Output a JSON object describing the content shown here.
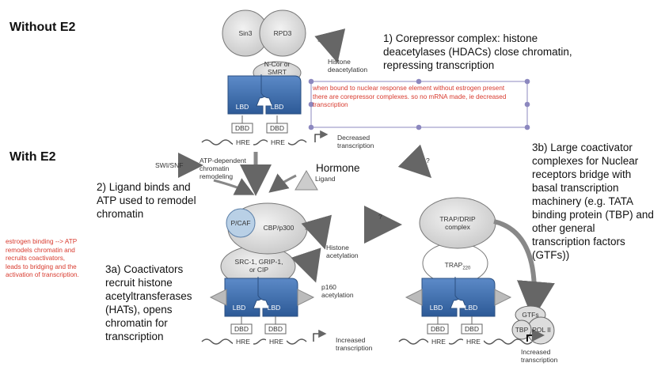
{
  "headings": {
    "without": "Without E2",
    "with": "With E2"
  },
  "captions": {
    "c1": "1) Corepressor complex: histone\ndeacetylases (HDACs) close chromatin,\nrepressing transcription",
    "c2": "2) Ligand binds and\nATP used to remodel\nchromatin",
    "c3a": "3a) Coactivators\nrecruit histone\nacetyltransferases\n(HATs), opens\nchromatin for\ntranscription",
    "c3b": "3b) Large coactivator\ncomplexes for Nuclear\nreceptors bridge with\nbasal transcription\nmachinery (e.g. TATA\nbinding protein (TBP) and\nother general\ntranscription factors\n(GTFs))"
  },
  "notes": {
    "n1": "when bound to nuclear response element without estrogen present\nthere are corepressor complexes. so no mRNA made, ie decreased\ntranscription",
    "n2": "estrogen binding --> ATP\nremodels chromatin and\nrecruits coactivators,\nleads to bridging and the\nactivation of transcription."
  },
  "top": {
    "sin3": "Sin3",
    "rpd3": "RPD3",
    "ncor": "N-Cor or\nSMRT",
    "lbd": "LBD",
    "dbd": "DBD",
    "hre": "HRE",
    "histone_deacetylation": "Histone\ndeacetylation",
    "decreased": "Decreased\ntranscription"
  },
  "mid": {
    "swisnf": "SWI/SNF",
    "atp": "ATP-dependent\nchromatin\nremodeling",
    "hormone": "Hormone",
    "ligand": "Ligand",
    "q": "?",
    "pcaf": "P/CAF",
    "cbp": "CBP/p300",
    "src": "SRC-1, GRIP-1,\nor CIP",
    "histone_acetylation": "Histone\nacetylation",
    "p160": "p160\nacetylation",
    "increased": "Increased\ntranscription"
  },
  "right": {
    "trap": "TRAP/DRIP\ncomplex",
    "trap220": "TRAP",
    "trap220_sub": "220",
    "gtfs": "GTFs",
    "tbp": "TBP",
    "pol": "POL II",
    "increased": "Increased\ntranscription"
  },
  "colors": {
    "lbd": "#3f6fae",
    "grey": "#d6d6d6",
    "red": "#d83a2e",
    "sel": "#8c88bf"
  }
}
